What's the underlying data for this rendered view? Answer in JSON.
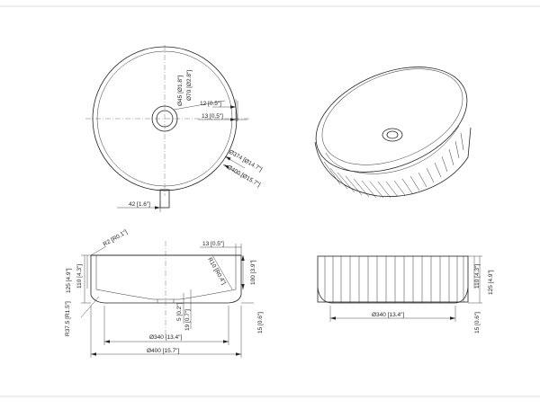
{
  "drawing": {
    "top_view": {
      "dims": {
        "drain_inner": "Ø45 [Ø1.8\"]",
        "drain_outer": "Ø70 [Ø2.8\"]",
        "rim_12": "12 [0.5\"]",
        "rim_13": "13 [0.5\"]",
        "inner_dia": "Ø374 [Ø14.7\"]",
        "outer_dia": "Ø400 [Ø15.7\"]",
        "overflow_offset": "42 [1.6\"]"
      }
    },
    "section_view": {
      "dims": {
        "radius_top": "R2 [R0.1\"]",
        "wall": "13 [0.5\"]",
        "radius_inner": "R10 [R0.4\"]",
        "inner_depth": "100 [3.9\"]",
        "total_height": "125 [4.9\"]",
        "body_height": "110 [4.3\"]",
        "radius_base": "R37.5 [R1.5\"]",
        "drain_step": "5 [0.2\"]",
        "bottom_thk": "19 [0.7\"]",
        "base_height": "15 [0.6\"]",
        "base_dia": "Ø340 [13.4\"]",
        "overall_dia": "Ø400 [15.7\"]"
      }
    },
    "side_view": {
      "dims": {
        "total_height": "125 [4.9\"]",
        "body_height": "110 [4.3\"]",
        "base_height": "15 [0.6\"]",
        "base_dia": "Ø340 [13.4\"]"
      }
    }
  }
}
